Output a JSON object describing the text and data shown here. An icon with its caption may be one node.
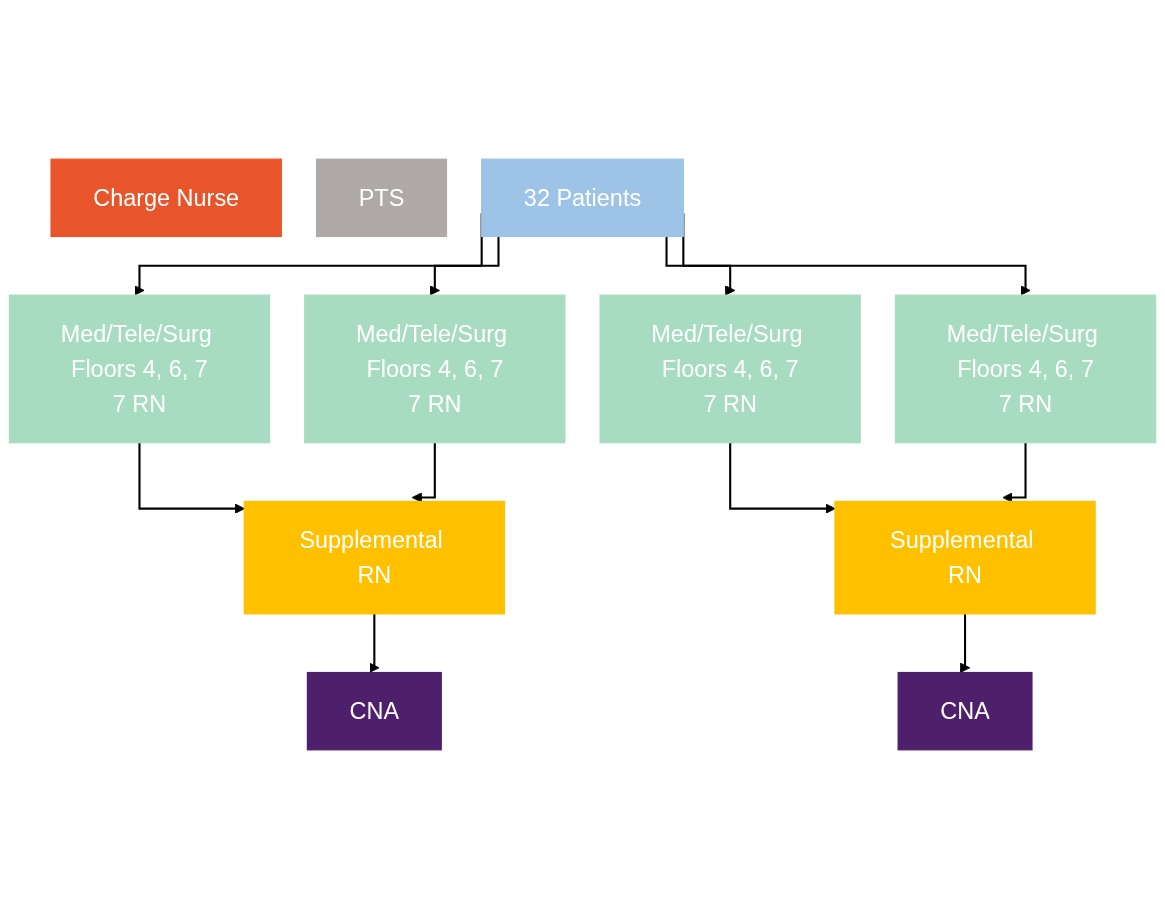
{
  "diagram": {
    "nodes": [
      {
        "text": [
          "Charge Nurse"
        ]
      },
      {
        "text": [
          "PTS"
        ]
      },
      {
        "text": [
          "32 Patients"
        ]
      },
      {
        "text": [
          "Med/Tele/Surg Floors 4, 6, 7",
          "7 RN"
        ]
      },
      {
        "text": [
          "Med/Tele/Surg Floors 4, 6, 7",
          "7 RN"
        ]
      },
      {
        "text": [
          "Med/Tele/Surg Floors 4, 6, 7",
          "7 RN"
        ]
      },
      {
        "text": [
          "Med/Tele/Surg Floors 4, 6, 7",
          "7 RN"
        ]
      },
      {
        "text": [
          "Supplemental RN"
        ]
      },
      {
        "text": [
          "Supplemental RN"
        ]
      },
      {
        "text": [
          "CNA"
        ]
      },
      {
        "text": [
          "CNA"
        ]
      }
    ],
    "edges": [
      {
        "from": 2,
        "to": 3,
        "arrow": "to"
      },
      {
        "from": 2,
        "to": 4,
        "arrow": "to"
      },
      {
        "from": 2,
        "to": 5,
        "arrow": "to"
      },
      {
        "from": 2,
        "to": 6,
        "arrow": "to"
      },
      {
        "from": 3,
        "to": 7,
        "arrow": "to"
      },
      {
        "from": 4,
        "to": 7,
        "arrow": "to"
      },
      {
        "from": 5,
        "to": 8,
        "arrow": "to"
      },
      {
        "from": 6,
        "to": 8,
        "arrow": "to"
      },
      {
        "from": 7,
        "to": 9,
        "arrow": "to"
      },
      {
        "from": 8,
        "to": 10,
        "arrow": "to"
      }
    ]
  }
}
